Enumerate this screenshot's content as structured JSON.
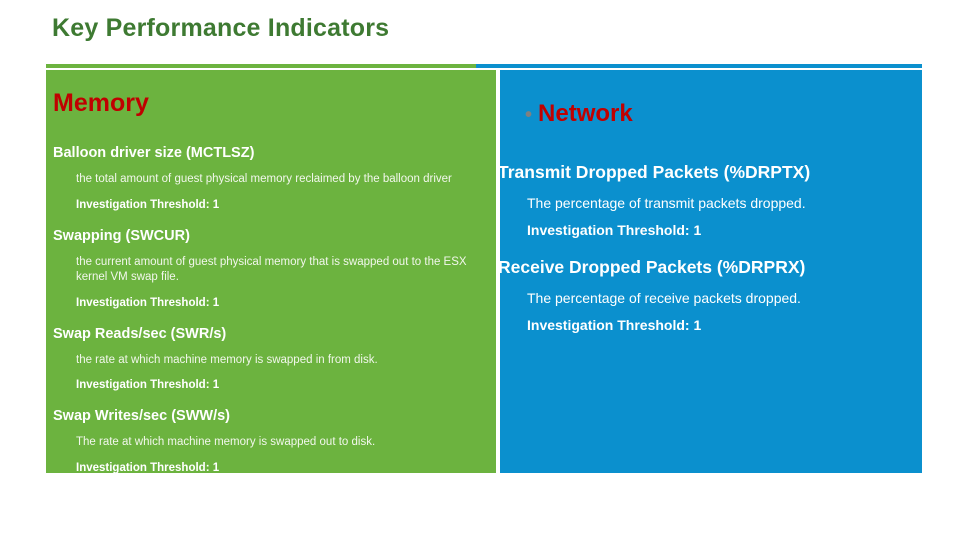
{
  "slide": {
    "title": "Key Performance Indicators",
    "title_color": "#3e7a32",
    "rule_green": "#6cb33f",
    "rule_blue": "#0b90ce"
  },
  "panels": {
    "memory": {
      "heading": "Memory",
      "heading_color": "#c00000",
      "background": "#6cb33f",
      "items": [
        {
          "name": "Balloon driver size (MCTLSZ)",
          "description": "the total amount of guest physical memory reclaimed by the balloon driver",
          "threshold": "Investigation Threshold: 1"
        },
        {
          "name": "Swapping (SWCUR)",
          "description": "the current amount of guest physical memory that is swapped out to the ESX kernel VM swap file.",
          "threshold": "Investigation Threshold: 1"
        },
        {
          "name": "Swap Reads/sec (SWR/s)",
          "description": "the rate at which machine memory is swapped in from disk.",
          "threshold": "Investigation Threshold: 1"
        },
        {
          "name": "Swap Writes/sec (SWW/s)",
          "description": "The rate at which machine memory is swapped out to disk.",
          "threshold": "Investigation Threshold: 1"
        }
      ]
    },
    "network": {
      "bullet": "•",
      "heading": "Network",
      "heading_color": "#c00000",
      "background": "#0b90ce",
      "items": [
        {
          "name": "Transmit Dropped Packets (%DRPTX)",
          "description": "The percentage of transmit packets dropped.",
          "threshold": "Investigation Threshold: 1"
        },
        {
          "name": "Receive Dropped Packets (%DRPRX)",
          "description": "The percentage of receive packets dropped.",
          "threshold": "Investigation Threshold: 1"
        }
      ]
    }
  }
}
